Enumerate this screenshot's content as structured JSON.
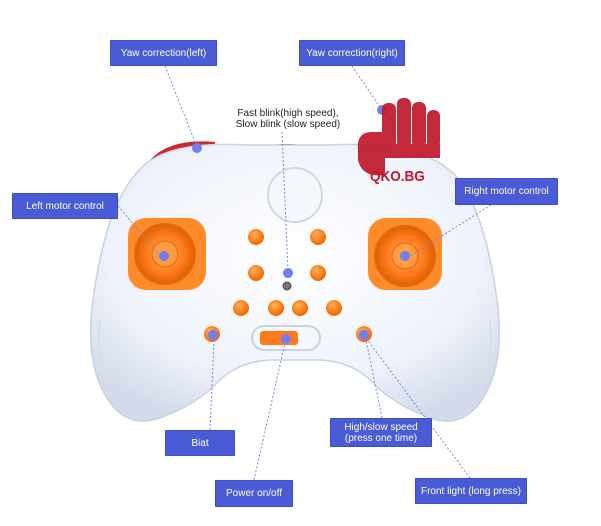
{
  "labels": {
    "yaw_left": "Yaw correction(left)",
    "yaw_right": "Yaw correction(right)",
    "blink_line1": "Fast blink(high speed),",
    "blink_line2": "Slow blink (slow speed)",
    "left_motor": "Left motor control",
    "right_motor": "Right motor control",
    "biat": "Biat",
    "highslow_line1": "High/slow speed",
    "highslow_line2": "(press one time)",
    "power": "Power  on/off",
    "front_light": "Front light (long press)"
  },
  "watermark": {
    "text": "QKO.BG",
    "color": "#c0182c"
  },
  "colors": {
    "label_bg": "#4a5bd6",
    "controller_body": "#f2f5fb",
    "button_orange": "#ff7a1a",
    "pointer_dot": "#6f7ff0"
  }
}
